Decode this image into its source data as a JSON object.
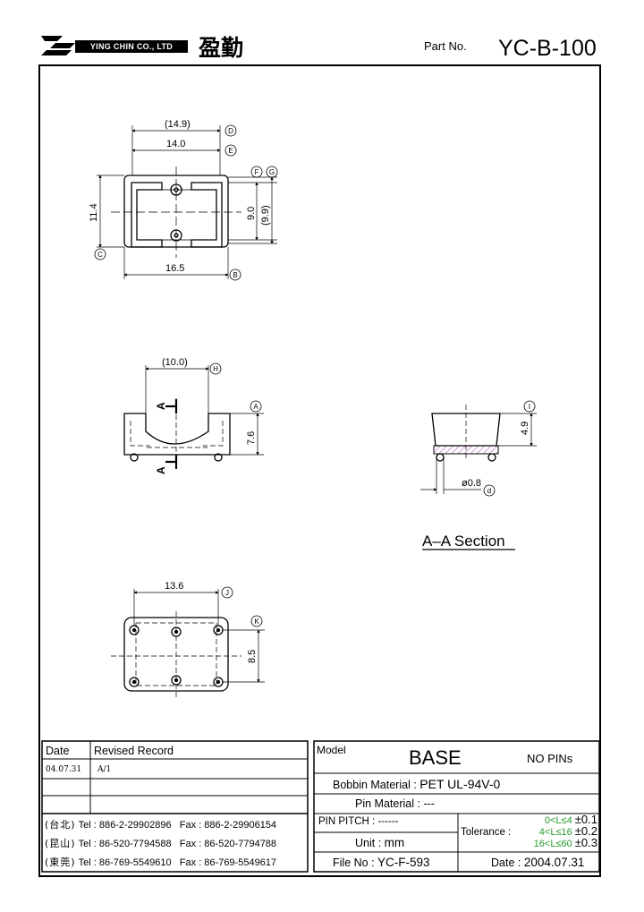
{
  "header": {
    "company_name": "YING CHIN CO., LTD",
    "company_cn": "盈勤",
    "part_label": "Part No.",
    "part_number": "YC-B-100"
  },
  "drawing": {
    "top_view": {
      "dim_d": "(14.9)",
      "dim_e": "14.0",
      "dim_c": "11.4",
      "dim_b": "16.5",
      "dim_f": "9.0",
      "dim_g": "(9.9)",
      "ref_d": "D",
      "ref_e": "E",
      "ref_f": "F",
      "ref_g": "G",
      "ref_c": "C",
      "ref_b": "B"
    },
    "side_view": {
      "dim_h": "(10.0)",
      "dim_a": "7.6",
      "ref_h": "H",
      "ref_a": "A",
      "cut_label_top": "A",
      "cut_label_bottom": "A"
    },
    "section_view": {
      "dim_i": "4.9",
      "dim_d": "ø0.8",
      "ref_i": "I",
      "ref_d": "d",
      "title": "A–A Section"
    },
    "bottom_view": {
      "dim_j": "13.6",
      "dim_k": "8.5",
      "ref_j": "J",
      "ref_k": "K"
    }
  },
  "revision": {
    "col_date": "Date",
    "col_record": "Revised Record",
    "rows": [
      {
        "date": "04.07.31",
        "record": "A/1"
      },
      {
        "date": "",
        "record": ""
      },
      {
        "date": "",
        "record": ""
      }
    ]
  },
  "contacts": [
    {
      "city": "(台北)",
      "tel": "Tel : 886-2-29902896",
      "fax": "Fax : 886-2-29906154"
    },
    {
      "city": "(昆山)",
      "tel": "Tel : 86-520-7794588",
      "fax": "Fax : 86-520-7794788"
    },
    {
      "city": "(東莞)",
      "tel": "Tel : 86-769-5549610",
      "fax": "Fax : 86-769-5549617"
    }
  ],
  "spec": {
    "model_label": "Model",
    "model_value": "BASE",
    "pins_note": "NO PINs",
    "bobbin_material_label": "Bobbin  Material :",
    "bobbin_material_value": "PET  UL-94V-0",
    "pin_material_label": "Pin  Material :",
    "pin_material_value": "---",
    "pin_pitch_label": "PIN  PITCH :",
    "pin_pitch_value": "------",
    "unit_label": "Unit :",
    "unit_value": "mm",
    "file_label": "File  No :",
    "file_value": "YC-F-593",
    "date_label": "Date :",
    "date_value": "2004.07.31",
    "tolerance_label": "Tolerance :",
    "tolerance_rows": [
      {
        "range": "0<L≤4",
        "value": "±0.1"
      },
      {
        "range": "4<L≤16",
        "value": "±0.2"
      },
      {
        "range": "16<L≤60",
        "value": "±0.3"
      }
    ]
  },
  "colors": {
    "accent_green": "#2a9a2a",
    "section_hatch": "#c77ad0"
  }
}
